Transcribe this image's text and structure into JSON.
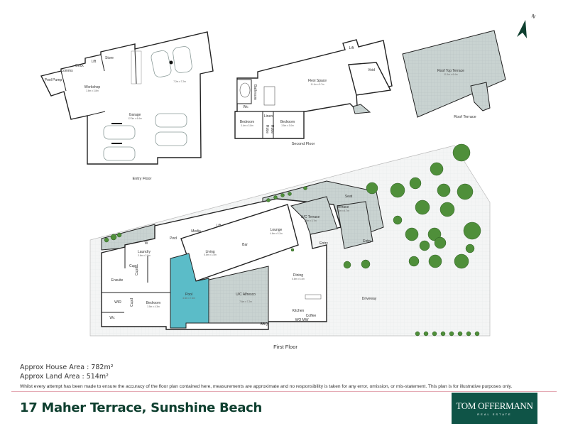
{
  "north_label": "N",
  "entry_floor": {
    "label": "Entry Floor",
    "rooms": [
      {
        "name": "Pool Pump"
      },
      {
        "name": "Comms"
      },
      {
        "name": "Deck"
      },
      {
        "name": "Lift"
      },
      {
        "name": "Store"
      },
      {
        "name": "Workshop",
        "dims": "3.6m x 3.8m"
      },
      {
        "name": "",
        "dims": "7.2m x 7.2m"
      },
      {
        "name": "Garage",
        "dims": "12.3m x 6.4m"
      }
    ]
  },
  "second_floor": {
    "label": "Second Floor",
    "rooms": [
      {
        "name": "Lift"
      },
      {
        "name": "Flexi Space",
        "dims": "11.1m x 5.7m"
      },
      {
        "name": "Void"
      },
      {
        "name": "Bathroom"
      },
      {
        "name": "Wc"
      },
      {
        "name": "Linen"
      },
      {
        "name": "Bedroom",
        "dims": "3.4m x 3.8m"
      },
      {
        "name": "Robe"
      },
      {
        "name": "Robe"
      },
      {
        "name": "Bedroom",
        "dims": "3.5m x 3.0m"
      }
    ]
  },
  "roof_terrace": {
    "label": "Roof Terrace",
    "rooms": [
      {
        "name": "Roof Top Terrace",
        "dims": "11.1m x 6.4m"
      }
    ]
  },
  "first_floor": {
    "label": "First Floor",
    "rooms": [
      {
        "name": "Laundry",
        "dims": "3.6m x 2.5m"
      },
      {
        "name": "W"
      },
      {
        "name": "Pwd"
      },
      {
        "name": "Media"
      },
      {
        "name": "Lift"
      },
      {
        "name": "Lounge",
        "dims": "4.6m x 5.2m"
      },
      {
        "name": "Bar"
      },
      {
        "name": "Living",
        "dims": "5.5m x 3.4m"
      },
      {
        "name": "U/C Terrace",
        "dims": "3.8m x 3.7m"
      },
      {
        "name": "Terrace",
        "dims": "5.2m x 4.7m"
      },
      {
        "name": "Seat"
      },
      {
        "name": "Entry"
      },
      {
        "name": "Entry"
      },
      {
        "name": "Ensuite"
      },
      {
        "name": "Cupd"
      },
      {
        "name": "Cupd"
      },
      {
        "name": "WIR"
      },
      {
        "name": "Cupd"
      },
      {
        "name": "Bedroom",
        "dims": "3.5m x 4.3m"
      },
      {
        "name": "Wc"
      },
      {
        "name": "Pool",
        "dims": "4.5m x 7.6m"
      },
      {
        "name": "U/C Alfresco",
        "dims": "7.6m x 7.2m"
      },
      {
        "name": "BBQ"
      },
      {
        "name": "Dining",
        "dims": "6.6m x 6.4m"
      },
      {
        "name": "Kitchen"
      },
      {
        "name": "Coffee"
      },
      {
        "name": "WO"
      },
      {
        "name": "MW"
      },
      {
        "name": "Driveway"
      }
    ]
  },
  "footer": {
    "house_area": "Approx House Area : 782m²",
    "land_area": "Approx Land Area : 514m²",
    "disclaimer": "Whilst every attempt has been made to ensure the accuracy of the floor plan contained here, measurements are approximate and no responsibility is taken for any error, omission, or mis-statement. This plan is for illustrative purposes only.",
    "address": "17 Maher Terrace, Sunshine Beach",
    "logo_name": "TOM OFFERMANN",
    "logo_sub": "REAL ESTATE"
  },
  "colors": {
    "pool": "#5bbcc8",
    "terrace_grid": "#c9d3d1",
    "title": "#0e3f2f",
    "logo_bg": "#0f5447",
    "rule": "#e4a9b4",
    "vegetation": "#4f8f3a"
  }
}
